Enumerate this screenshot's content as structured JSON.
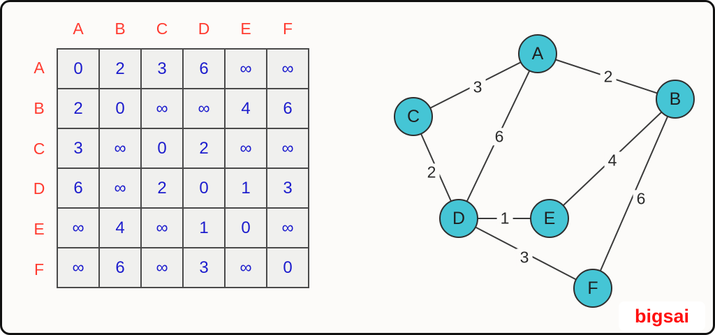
{
  "page": {
    "watermark": "bigsai"
  },
  "colors": {
    "header_red": "#ff3b30",
    "matrix_value_blue": "#1c1ccd",
    "cell_background": "#f0f0ee",
    "table_border": "#4a4a4a",
    "node_fill": "#45c5d5",
    "node_border": "#2e2e2e",
    "edge_line": "#3a3a3a",
    "watermark_red": "#ff0f0f"
  },
  "matrix": {
    "col_headers": [
      "A",
      "B",
      "C",
      "D",
      "E",
      "F"
    ],
    "row_headers": [
      "A",
      "B",
      "C",
      "D",
      "E",
      "F"
    ],
    "rows": [
      [
        "0",
        "2",
        "3",
        "6",
        "∞",
        "∞"
      ],
      [
        "2",
        "0",
        "∞",
        "∞",
        "4",
        "6"
      ],
      [
        "3",
        "∞",
        "0",
        "2",
        "∞",
        "∞"
      ],
      [
        "6",
        "∞",
        "2",
        "0",
        "1",
        "3"
      ],
      [
        "∞",
        "4",
        "∞",
        "1",
        "0",
        "∞"
      ],
      [
        "∞",
        "6",
        "∞",
        "3",
        "∞",
        "0"
      ]
    ]
  },
  "graph": {
    "nodes": [
      {
        "id": "A"
      },
      {
        "id": "B"
      },
      {
        "id": "C"
      },
      {
        "id": "D"
      },
      {
        "id": "E"
      },
      {
        "id": "F"
      }
    ],
    "edges": [
      {
        "from": "A",
        "to": "C",
        "weight": "3"
      },
      {
        "from": "A",
        "to": "B",
        "weight": "2"
      },
      {
        "from": "A",
        "to": "D",
        "weight": "6"
      },
      {
        "from": "C",
        "to": "D",
        "weight": "2"
      },
      {
        "from": "B",
        "to": "E",
        "weight": "4"
      },
      {
        "from": "B",
        "to": "F",
        "weight": "6"
      },
      {
        "from": "D",
        "to": "E",
        "weight": "1"
      },
      {
        "from": "D",
        "to": "F",
        "weight": "3"
      }
    ]
  }
}
